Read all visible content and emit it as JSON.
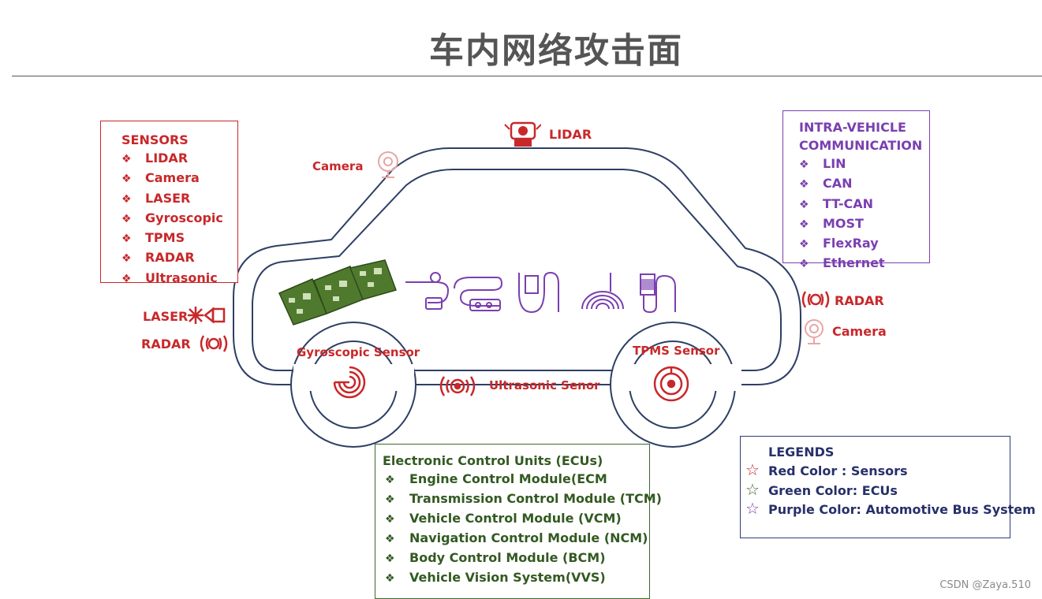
{
  "title": "车内网络攻击面",
  "sensors_box": {
    "heading": "SENSORS",
    "items": [
      "LIDAR",
      "Camera",
      "LASER",
      "Gyroscopic",
      "TPMS",
      "RADAR",
      "Ultrasonic"
    ]
  },
  "comm_box": {
    "heading_line1": "INTRA-VEHICLE",
    "heading_line2": "COMMUNICATION",
    "items": [
      "LIN",
      "CAN",
      "TT-CAN",
      "MOST",
      "FlexRay",
      "Ethernet"
    ]
  },
  "ecu_box": {
    "heading": "Electronic Control Units (ECUs)",
    "items": [
      "Engine Control Module(ECM",
      "Transmission Control Module (TCM)",
      "Vehicle Control Module (VCM)",
      "Navigation Control Module (NCM)",
      "Body Control Module (BCM)",
      "Vehicle Vision System(VVS)"
    ]
  },
  "legend_box": {
    "heading": "LEGENDS",
    "items": [
      "Red Color : Sensors",
      "Green Color: ECUs",
      "Purple Color: Automotive Bus System"
    ]
  },
  "labels": {
    "lidar": "LIDAR",
    "camera_top": "Camera",
    "laser": "LASER",
    "radar_left": "RADAR",
    "radar_right": "RADAR",
    "camera_right": "Camera",
    "gyroscopic_sensor": "Gyroscopic Sensor",
    "tpms_sensor": "TPMS Sensor",
    "ultrasonic": "Ultrasonic Senor"
  },
  "bullet": "❖",
  "star": "☆",
  "watermark": "CSDN @Zaya.510",
  "colors": {
    "sensor_red": "#c8282a",
    "ecu_green": "#3c6a2b",
    "bus_purple": "#7a3fb0",
    "legend_navy": "#2a3c78",
    "car_outline": "#2e3f66"
  }
}
